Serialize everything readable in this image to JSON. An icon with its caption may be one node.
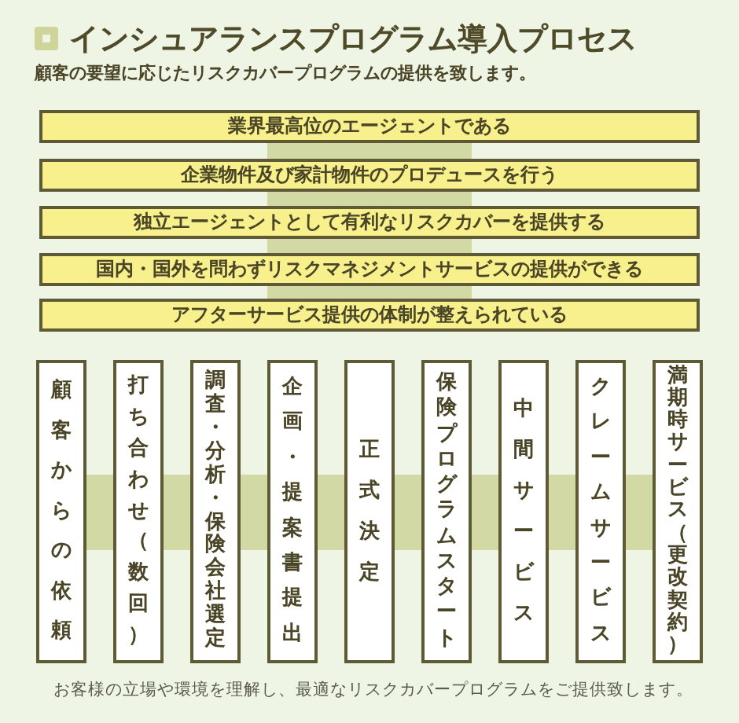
{
  "diagram": {
    "title": "インシュアランスプログラム導入プロセス",
    "nodes": [
      {
        "text": [
          "業界最高位のエージェントである"
        ]
      },
      {
        "text": [
          "企業物件及び家計物件のプロデュースを行う"
        ]
      },
      {
        "text": [
          "独立エージェントとして有利なリスクカバーを提供する"
        ]
      },
      {
        "text": [
          "国内・国外を問わずリスクマネジメントサービスの提供ができる"
        ]
      },
      {
        "text": [
          "アフターサービス提供の体制が整えられている"
        ]
      },
      {
        "text": [
          "顧客からの依頼"
        ]
      },
      {
        "text": [
          "打ち合わせ（数回）"
        ]
      },
      {
        "text": [
          "調査・分析・保険会社選定"
        ]
      },
      {
        "text": [
          "企画・提案書提出"
        ]
      },
      {
        "text": [
          "正式決定"
        ]
      },
      {
        "text": [
          "保険プログラムスタート"
        ]
      },
      {
        "text": [
          "中間サービス"
        ]
      },
      {
        "text": [
          "クレームサービス"
        ]
      },
      {
        "text": [
          "満期時サービス（更改契約）"
        ]
      }
    ],
    "labels": [
      "顧客の要望に応じたリスクカバープログラムの提供を致します。",
      "お客様の立場や環境を理解し、最適なリスクカバープログラムをご提供致します。"
    ]
  }
}
